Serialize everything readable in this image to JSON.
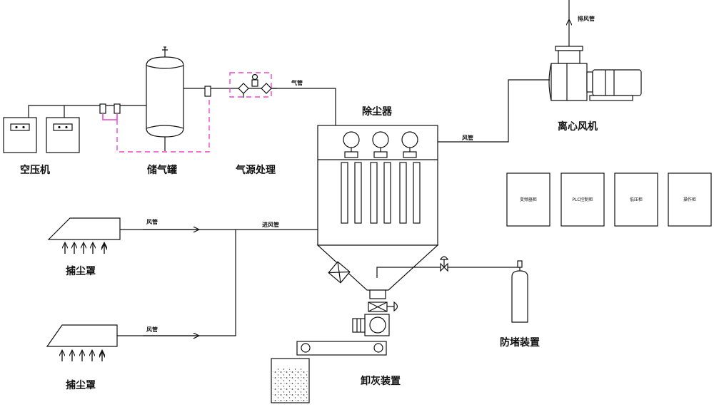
{
  "labels": {
    "air_compressor": "空压机",
    "storage_tank": "储气罐",
    "air_treatment": "气源处理",
    "air_pipe": "气管",
    "dust_collector": "除尘器",
    "duct_fan": "风管",
    "centrifugal_fan": "离心风机",
    "exhaust_duct": "排风管",
    "duct_hood1": "风管",
    "main_duct": "进风管",
    "duct_hood2": "风管",
    "hood1": "捕尘罩",
    "hood2": "捕尘罩",
    "anti_block": "防堵装置",
    "unloading": "卸灰装置"
  },
  "cabinets": [
    {
      "label": "变频器柜"
    },
    {
      "label": "PLC控制柜"
    },
    {
      "label": "低压柜"
    },
    {
      "label": "操作柜"
    }
  ],
  "colors": {
    "pipe": "#111111",
    "pneumatic_dashed": "#ee44cc"
  }
}
